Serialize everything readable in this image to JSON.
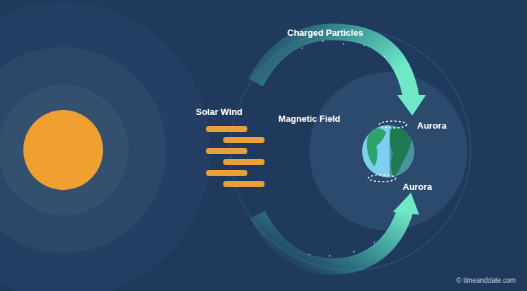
{
  "diagram": {
    "labels": [
      "Charged Particles",
      "Solar Wind",
      "Magnetic Field",
      "Aurora",
      "Aurora",
      "© timeanddate.com"
    ]
  }
}
